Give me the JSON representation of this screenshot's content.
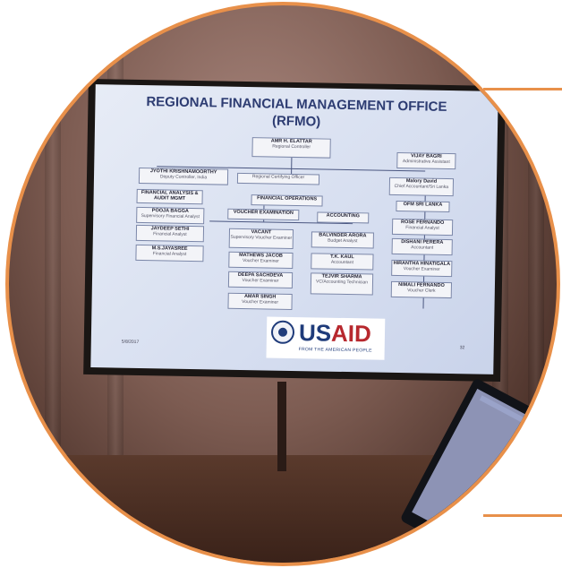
{
  "photo": {
    "slide": {
      "title_line1": "REGIONAL FINANCIAL MANAGEMENT OFFICE",
      "title_line2": "(RFMO)",
      "boxes": {
        "controller_name": "AMR H. ELATTAR",
        "controller_title": "Regional Controller",
        "admin_name": "VIJAY BAGRI",
        "admin_title": "Administrative Assistant",
        "deputy_name": "JYOTHI KRISHNAMOORTHY",
        "deputy_title": "Deputy Controller, India",
        "certifying": "Regional Certifying Officer",
        "malory_name": "Malory David",
        "malory_title": "Chief Accountant/Sri Lanka",
        "analysis": "FINANCIAL ANALYSIS & AUDIT MGMT",
        "operations": "FINANCIAL OPERATIONS",
        "sri_lanka": "OFM SRI LANKA",
        "pooja_name": "POOJA BAGGA",
        "pooja_title": "Supervisory Financial Analyst",
        "jaydeep_name": "JAYDEEP SETHI",
        "jaydeep_title": "Financial Analyst",
        "jayasree_name": "M.S.JAYASREE",
        "jayasree_title": "Financial Analyst",
        "voucher_exam": "VOUCHER EXAMINATION",
        "accounting": "ACCOUNTING",
        "vacant_name": "VACANT",
        "vacant_title": "Supervisory Voucher Examiner",
        "mathews_name": "MATHEWS JACOB",
        "mathews_title": "Voucher Examiner",
        "deepa_name": "DEEPA SACHDEVA",
        "deepa_title": "Voucher Examiner",
        "amar_name": "AMAR SINGH",
        "amar_title": "Voucher Examiner",
        "balvinder_name": "BALVINDER ARORA",
        "balvinder_title": "Budget Analyst",
        "tk_name": "T.K. KAUL",
        "tk_title": "Accountant",
        "tejvir_name": "TEJVIR SHARMA",
        "tejvir_title": "VC/Accounting Technician",
        "rose_name": "ROSE FERNANDO",
        "rose_title": "Financial Analyst",
        "dishani_name": "DISHANI PERERA",
        "dishani_title": "Accountant",
        "hirantha_name": "HIRANTHA HINATIGALA",
        "hirantha_title": "Voucher Examiner",
        "nimali_name": "NIMALI FERNANDO",
        "nimali_title": "Voucher Clerk"
      },
      "date": "5/8/2017",
      "page_number": "32",
      "logo": {
        "us": "US",
        "aid": "AID",
        "tagline": "FROM THE AMERICAN PEOPLE"
      }
    }
  },
  "colors": {
    "accent": "#e8904a",
    "usaid_blue": "#1f3b7a",
    "usaid_red": "#b7282e"
  }
}
